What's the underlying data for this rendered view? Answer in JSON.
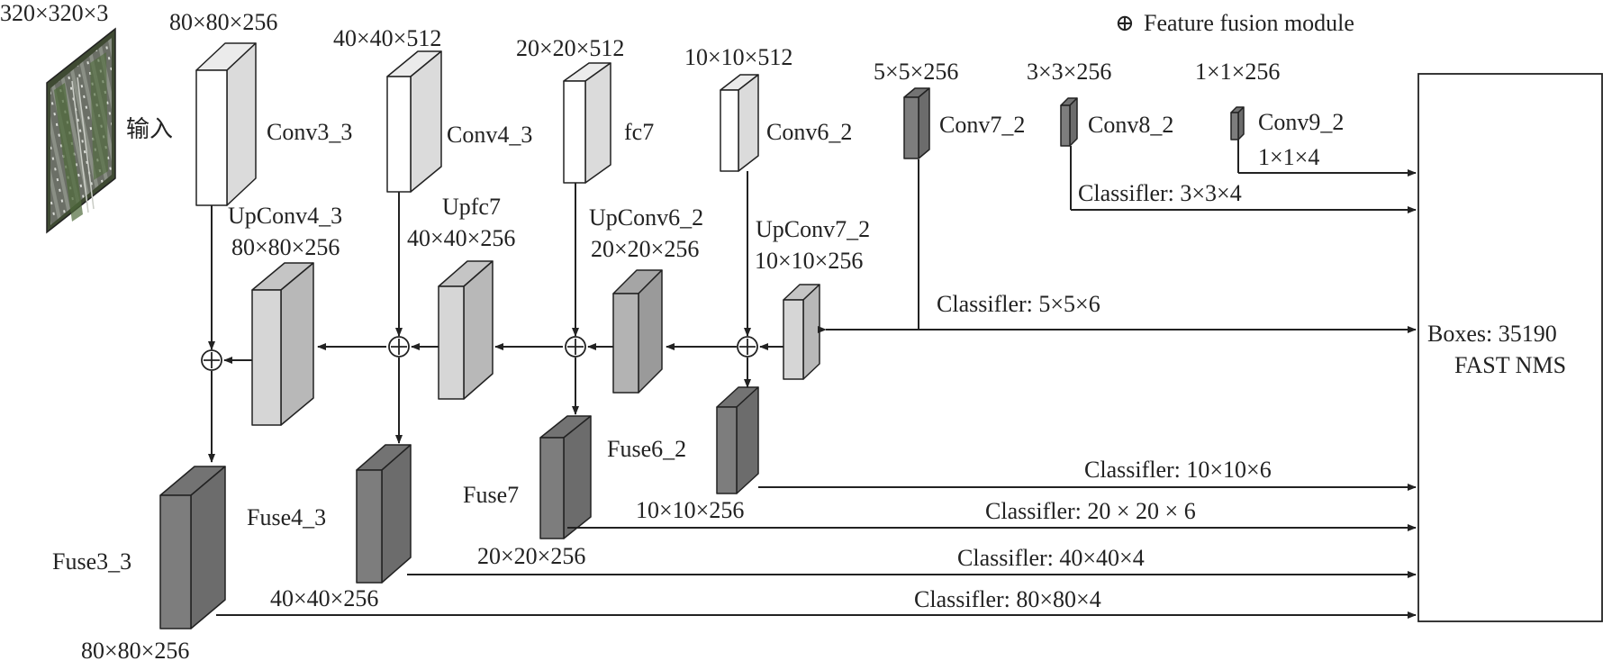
{
  "legend": {
    "symbol": "⊕",
    "text": "Feature fusion module"
  },
  "input": {
    "label": "输入",
    "size": "320×320×3"
  },
  "backbone": [
    {
      "name": "Conv3_3",
      "size": "80×80×256"
    },
    {
      "name": "Conv4_3",
      "size": "40×40×512"
    },
    {
      "name": "fc7",
      "size": "20×20×512"
    },
    {
      "name": "Conv6_2",
      "size": "10×10×512"
    },
    {
      "name": "Conv7_2",
      "size": "5×5×256"
    },
    {
      "name": "Conv8_2",
      "size": "3×3×256"
    },
    {
      "name": "Conv9_2",
      "size": "1×1×256"
    }
  ],
  "upconv": [
    {
      "name": "UpConv4_3",
      "size": "80×80×256"
    },
    {
      "name": "Upfc7",
      "size": "40×40×256"
    },
    {
      "name": "UpConv6_2",
      "size": "20×20×256"
    },
    {
      "name": "UpConv7_2",
      "size": "10×10×256"
    }
  ],
  "fuse": [
    {
      "name": "Fuse3_3",
      "size": "80×80×256"
    },
    {
      "name": "Fuse4_3",
      "size": "40×40×256"
    },
    {
      "name": "Fuse7",
      "size": "20×20×256"
    },
    {
      "name": "Fuse6_2",
      "size": "10×10×256"
    }
  ],
  "classifiers": {
    "c9": "1×1×4",
    "c8": "Classifler: 3×3×4",
    "c7": "Classifler: 5×5×6",
    "c6": "Classifler: 10×10×6",
    "c20": "Classifler: 20 × 20 × 6",
    "c40": "Classifler: 40×40×4",
    "c80": "Classifler: 80×80×4"
  },
  "output": {
    "line1": "Boxes: 35190",
    "line2": "FAST NMS"
  },
  "colors": {
    "line": "#222222",
    "light": "#d6d6d6",
    "dark": "#7d7d7d",
    "mid": "#b3b3b3",
    "white": "#ffffff"
  }
}
